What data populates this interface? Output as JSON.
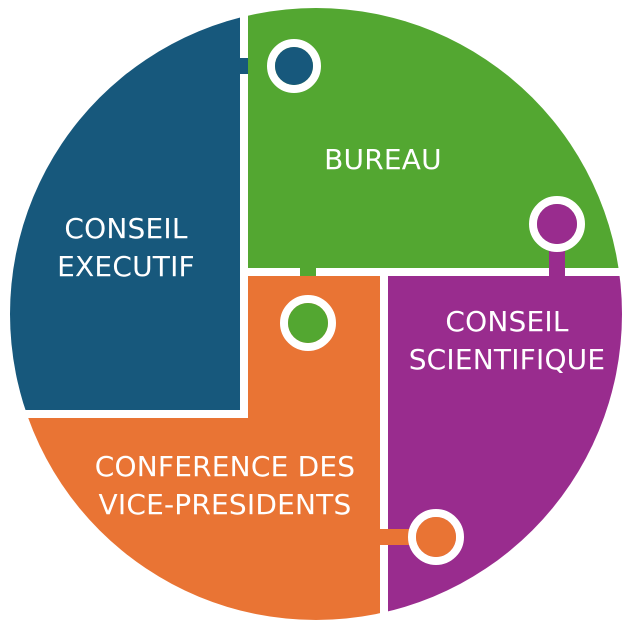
{
  "diagram": {
    "pieces": {
      "executif": {
        "line1": "CONSEIL",
        "line2": "EXECUTIF",
        "color": "#17587c"
      },
      "bureau": {
        "line1": "BUREAU",
        "color": "#53a731"
      },
      "scientifique": {
        "line1": "CONSEIL",
        "line2": "SCIENTIFIQUE",
        "color": "#992c8e"
      },
      "conference": {
        "line1": "CONFERENCE DES",
        "line2": "VICE-PRESIDENTS",
        "color": "#e97434"
      }
    },
    "separator_color": "#ffffff"
  }
}
